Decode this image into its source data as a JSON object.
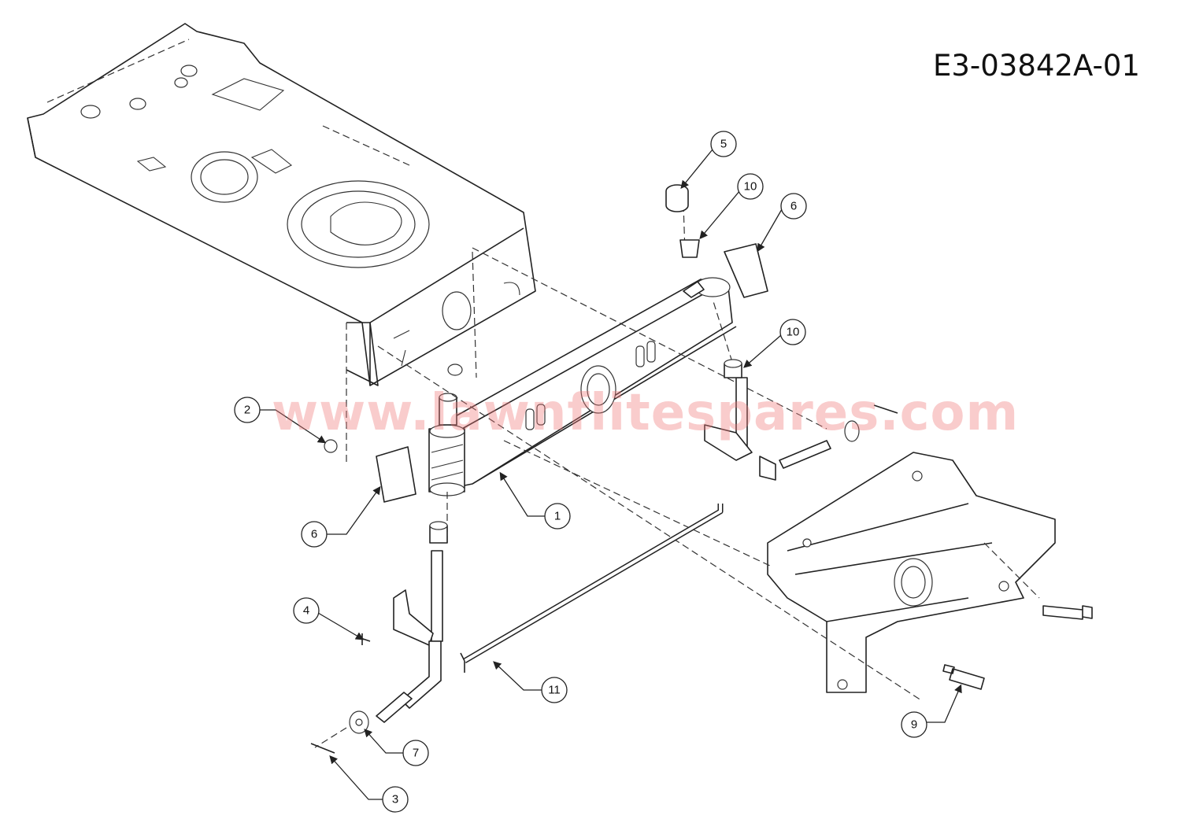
{
  "diagram": {
    "code": "E3-03842A-01",
    "watermark": "www.lawnflitespares.com",
    "callouts": [
      "5",
      "10",
      "6",
      "10",
      "2",
      "6",
      "1",
      "4",
      "7",
      "3",
      "11",
      "9"
    ]
  }
}
